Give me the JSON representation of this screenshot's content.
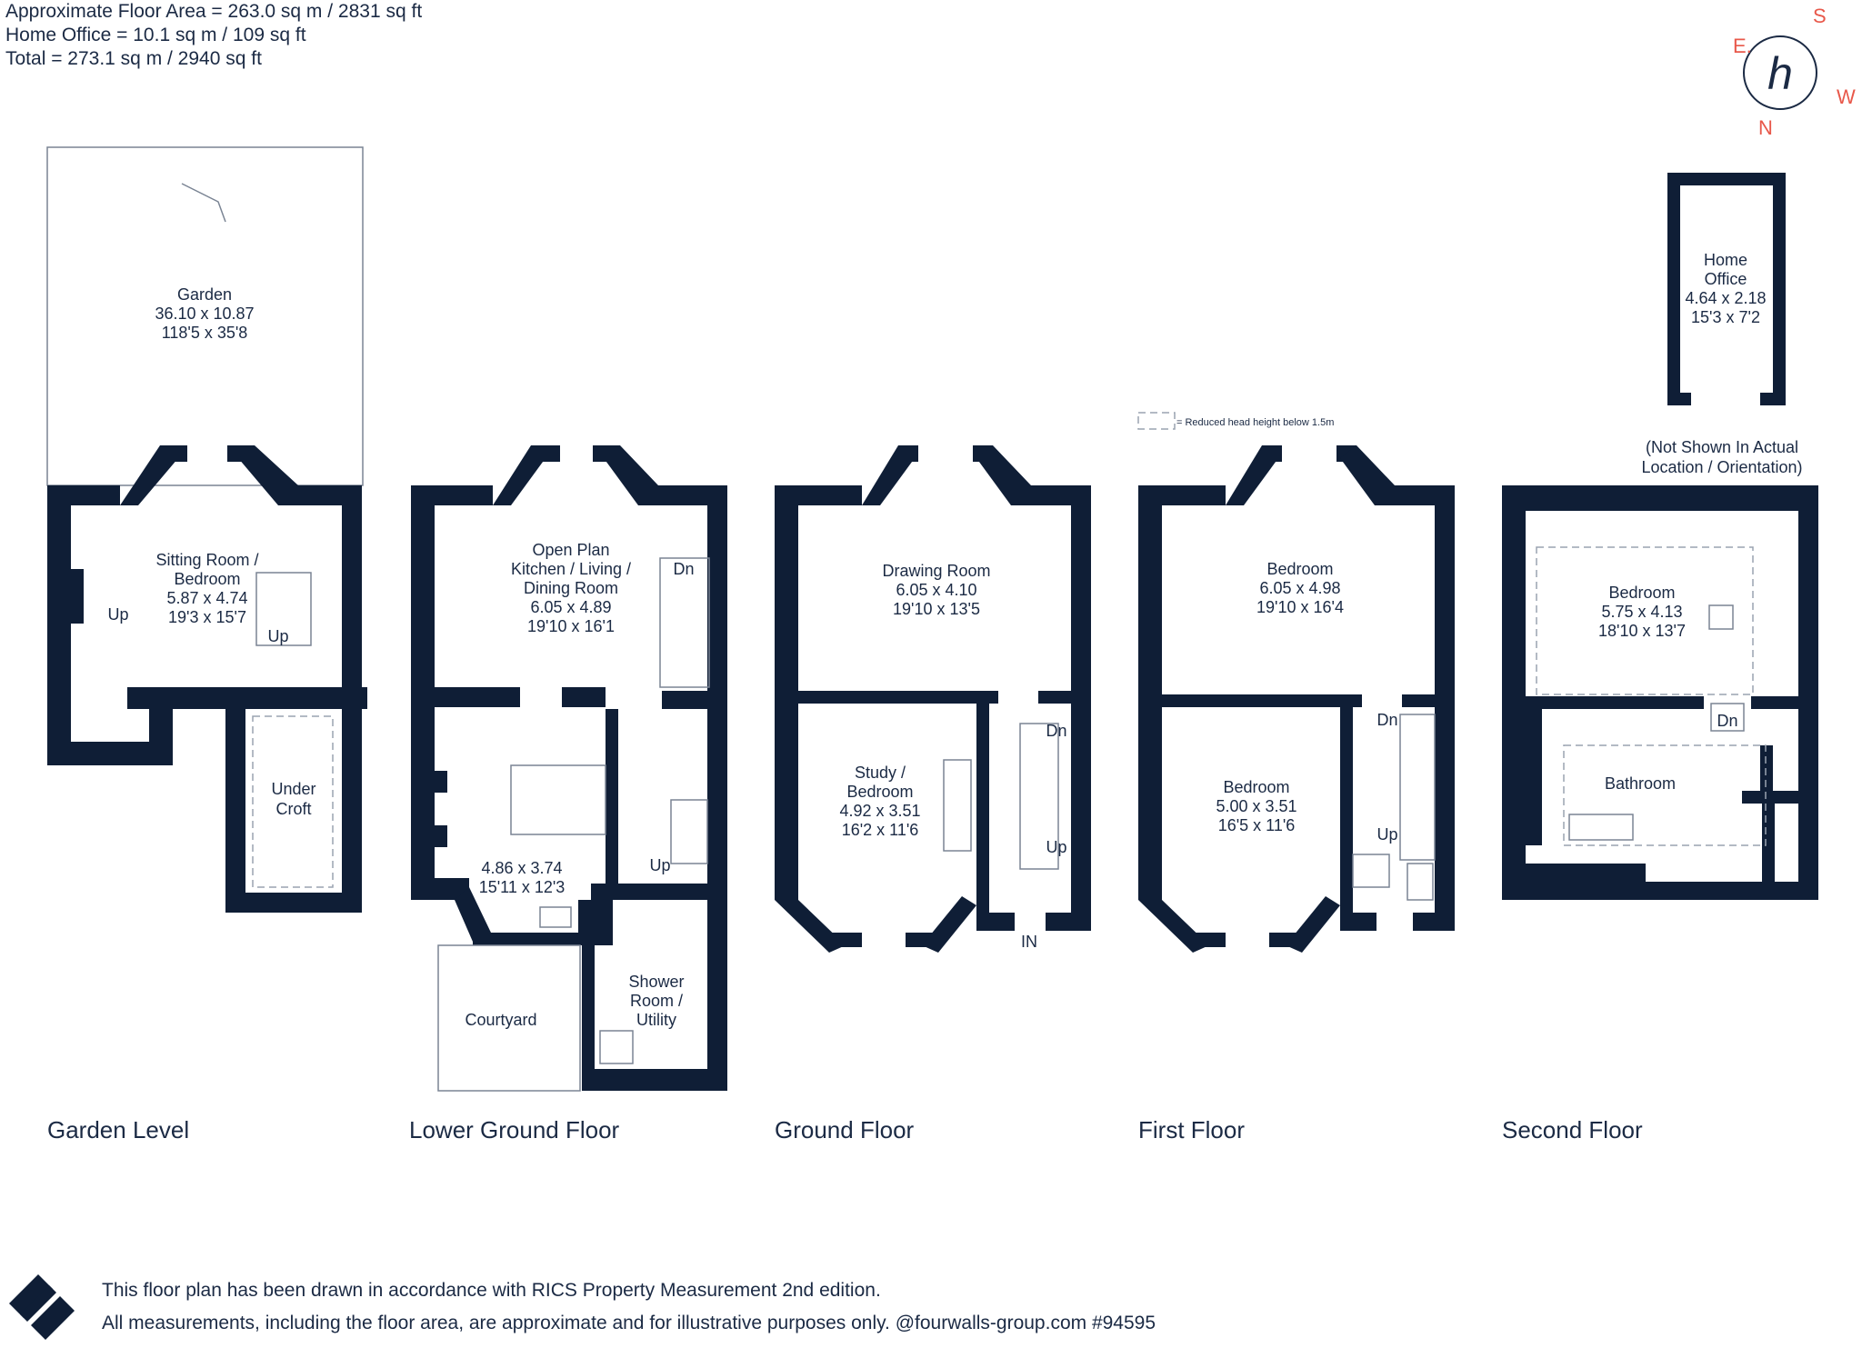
{
  "areas": {
    "line1": "Approximate Floor Area = 263.0 sq m / 2831 sq ft",
    "line2": "Home Office = 10.1 sq m / 109 sq ft",
    "line3": "Total = 273.1 sq m / 2940 sq ft"
  },
  "compass": {
    "e": "E.",
    "s": "S",
    "w": "W",
    "n": "N",
    "logo_letter": "h"
  },
  "legend": {
    "reduced_head_height": "= Reduced head height below 1.5m"
  },
  "floors": {
    "garden_level": "Garden Level",
    "lower_ground": "Lower Ground Floor",
    "ground": "Ground Floor",
    "first": "First Floor",
    "second": "Second Floor"
  },
  "rooms": {
    "garden": {
      "name": "Garden",
      "metric": "36.10 x 10.87",
      "imperial": "118'5 x 35'8"
    },
    "sitting": {
      "name1": "Sitting Room /",
      "name2": "Bedroom",
      "metric": "5.87 x 4.74",
      "imperial": "19'3 x 15'7"
    },
    "under_croft": {
      "name1": "Under",
      "name2": "Croft"
    },
    "kitchen": {
      "name1": "Open Plan",
      "name2": "Kitchen / Living /",
      "name3": "Dining Room",
      "metric": "6.05 x 4.89",
      "imperial": "19'10 x 16'1"
    },
    "kitchen2": {
      "metric": "4.86 x 3.74",
      "imperial": "15'11 x 12'3"
    },
    "courtyard": {
      "name": "Courtyard"
    },
    "shower": {
      "name1": "Shower",
      "name2": "Room /",
      "name3": "Utility"
    },
    "drawing": {
      "name": "Drawing Room",
      "metric": "6.05 x 4.10",
      "imperial": "19'10 x 13'5"
    },
    "study": {
      "name1": "Study /",
      "name2": "Bedroom",
      "metric": "4.92 x 3.51",
      "imperial": "16'2 x 11'6"
    },
    "bed1": {
      "name": "Bedroom",
      "metric": "6.05 x 4.98",
      "imperial": "19'10 x 16'4"
    },
    "bed2": {
      "name": "Bedroom",
      "metric": "5.00 x 3.51",
      "imperial": "16'5 x 11'6"
    },
    "bed3": {
      "name": "Bedroom",
      "metric": "5.75 x 4.13",
      "imperial": "18'10 x 13'7"
    },
    "bathroom": {
      "name": "Bathroom"
    },
    "home_office": {
      "name1": "Home",
      "name2": "Office",
      "metric": "4.64 x 2.18",
      "imperial": "15'3 x 7'2"
    },
    "office_note": {
      "line1": "(Not Shown In Actual",
      "line2": "Location / Orientation)"
    }
  },
  "stairs": {
    "up": "Up",
    "dn": "Dn",
    "in": "IN"
  },
  "footer": {
    "line1": "This floor plan has been drawn in accordance with RICS Property Measurement 2nd edition.",
    "line2": "All measurements, including the floor area, are approximate and for illustrative purposes only. @fourwalls-group.com #94595"
  },
  "colors": {
    "wall": "#0f1e36",
    "text": "#1b2a44",
    "compass": "#e8584a",
    "thin": "#7a8494"
  }
}
